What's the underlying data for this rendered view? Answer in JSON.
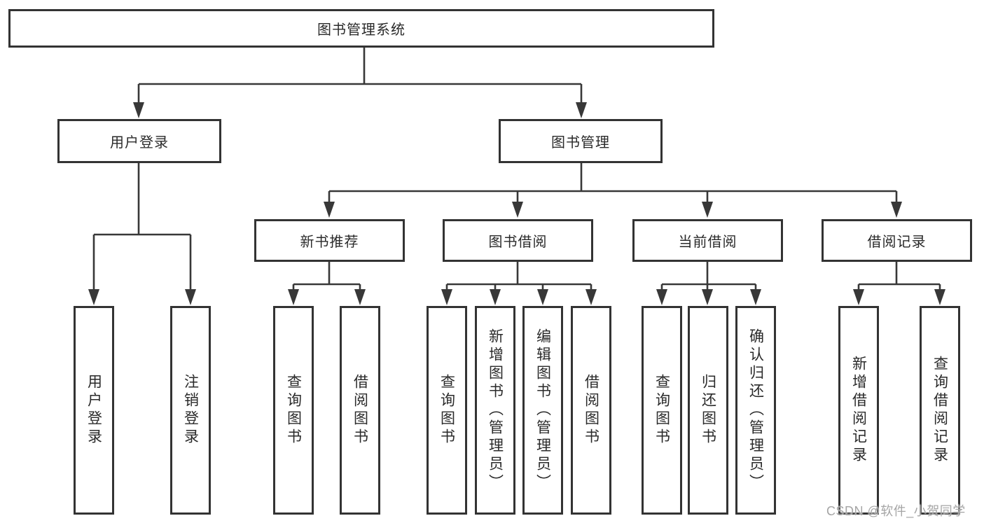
{
  "tree": {
    "root": "图书管理系统",
    "user_login_branch": {
      "label": "用户登录",
      "children": [
        "用户登录",
        "注销登录"
      ]
    },
    "book_mgmt_branch": {
      "label": "图书管理",
      "groups": [
        {
          "label": "新书推荐",
          "children": [
            "查询图书",
            "借阅图书"
          ]
        },
        {
          "label": "图书借阅",
          "children": [
            "查询图书",
            "新增图书（管理员）",
            "编辑图书（管理员）",
            "借阅图书"
          ]
        },
        {
          "label": "当前借阅",
          "children": [
            "查询图书",
            "归还图书",
            "确认归还（管理员）"
          ]
        },
        {
          "label": "借阅记录",
          "children": [
            "新增借阅记录",
            "查询借阅记录"
          ]
        }
      ]
    }
  },
  "watermark": "CSDN @软件_小贺同学",
  "colors": {
    "line": "#383838",
    "box_border": "#333333",
    "box_fill": "#ffffff",
    "text": "#2a2a2a",
    "watermark": "#a5a5a5",
    "background": "#ffffff"
  }
}
